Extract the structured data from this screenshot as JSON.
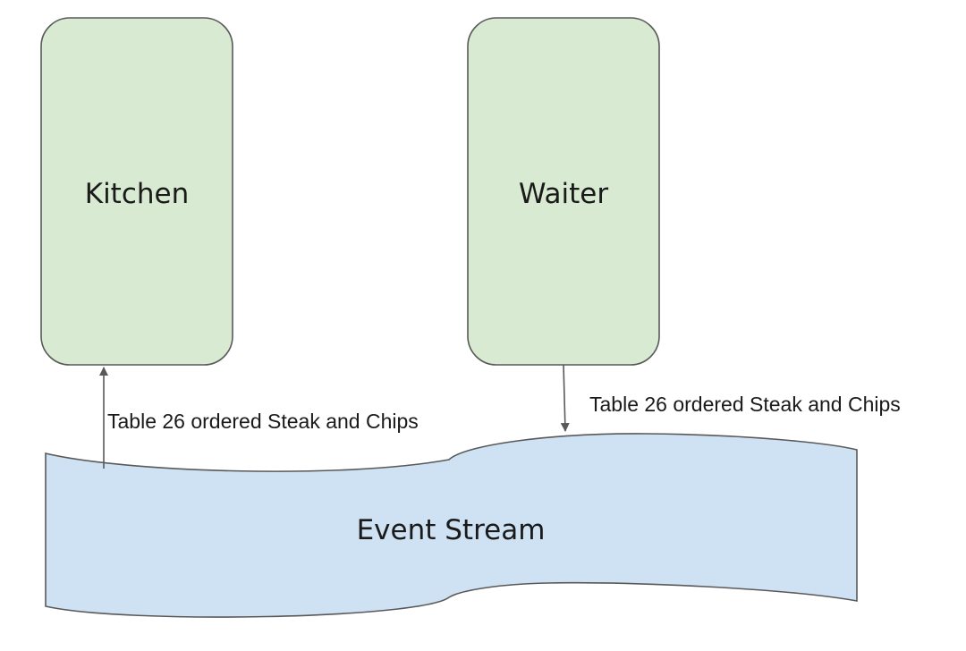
{
  "nodes": {
    "kitchen": {
      "label": "Kitchen"
    },
    "waiter": {
      "label": "Waiter"
    },
    "event_stream": {
      "label": "Event Stream"
    }
  },
  "edges": {
    "waiter_to_stream": {
      "label": "Table 26 ordered Steak and Chips"
    },
    "stream_to_kitchen": {
      "label": "Table 26 ordered Steak and Chips"
    }
  },
  "colors": {
    "service_fill": "#d9ead3",
    "stream_fill": "#cfe2f3",
    "stroke": "#595959"
  }
}
